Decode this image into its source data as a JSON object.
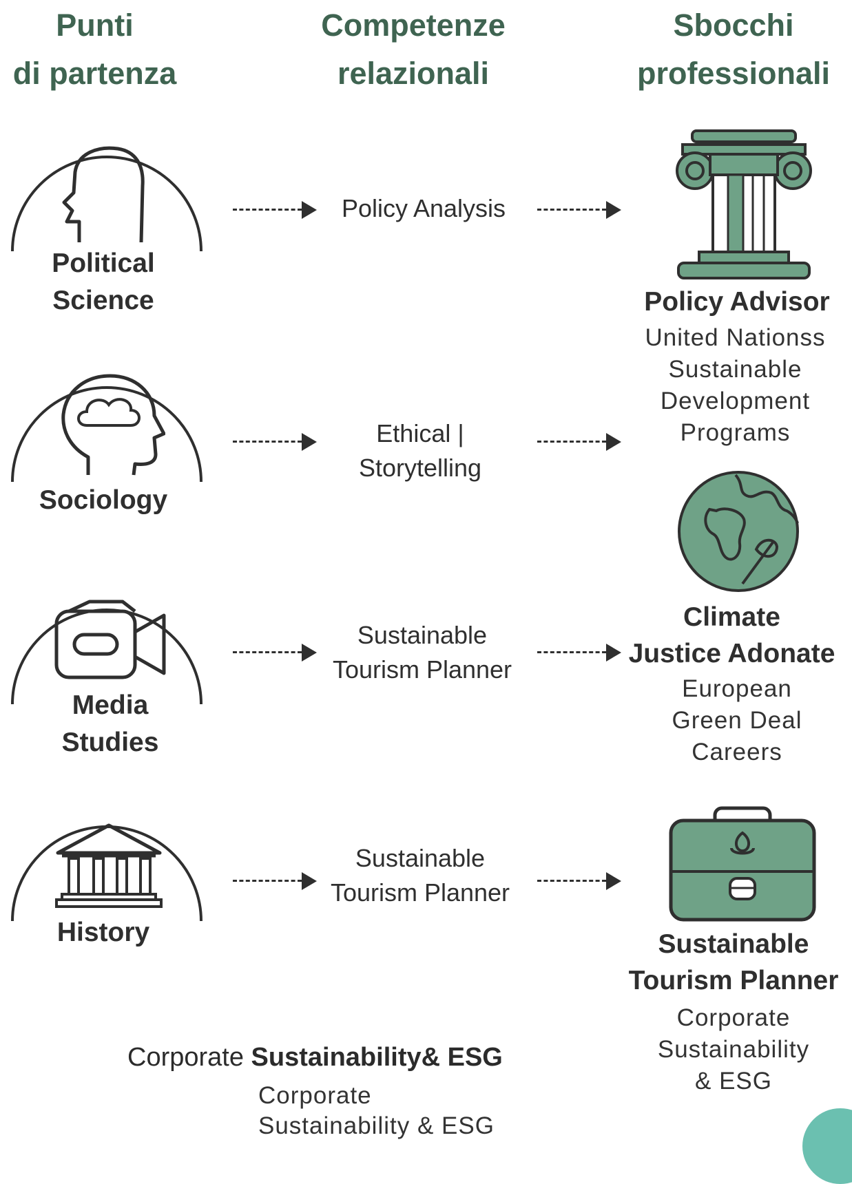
{
  "headers": {
    "col1": [
      "Punti",
      "di partenza"
    ],
    "col2": [
      "Competenze",
      "relazionali"
    ],
    "col3": [
      "Sbocchi",
      "professionali"
    ]
  },
  "rows": [
    {
      "start_icon": "head-profile-icon",
      "start_label": [
        "Political",
        "Science"
      ],
      "competence": [
        "Policy Analysis"
      ]
    },
    {
      "start_icon": "head-thinking-cloud-icon",
      "start_label": [
        "Sociology"
      ],
      "competence": [
        "Ethical |",
        "Storytelling"
      ]
    },
    {
      "start_icon": "video-camera-icon",
      "start_label": [
        "Media",
        "Studies"
      ],
      "competence": [
        "Sustainable",
        "Tourism Planner"
      ]
    },
    {
      "start_icon": "bank-building-icon",
      "start_label": [
        "History"
      ],
      "competence": [
        "Sustainable",
        "Tourism Planner"
      ]
    }
  ],
  "careers": [
    {
      "icon": "ionic-column-icon",
      "title": [
        "Policy Advisor"
      ],
      "subtitle": [
        "United Nationss",
        "Sustainable",
        "Development",
        "Programs"
      ]
    },
    {
      "icon": "globe-leaf-icon",
      "title": [
        "Climate",
        "Justice Adonate"
      ],
      "subtitle": [
        "European",
        "Green Deal",
        "Careers"
      ]
    },
    {
      "icon": "briefcase-leaf-icon",
      "title": [
        "Sustainable",
        "Tourism Planner"
      ],
      "subtitle": [
        "Corporate",
        "Sustainability",
        "& ESG"
      ]
    }
  ],
  "footer": {
    "prefix": "Corporate",
    "bold": "Sustainability& ESG",
    "sub": [
      "Corporate",
      "Sustainability & ESG"
    ]
  },
  "colors": {
    "header_green": "#3f6451",
    "icon_fill_green": "#6fa287",
    "line_dark": "#2f2f2f"
  }
}
